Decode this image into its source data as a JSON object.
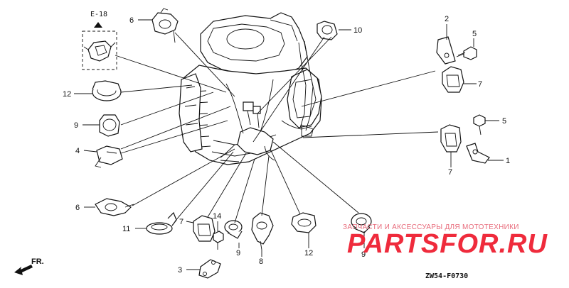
{
  "diagram": {
    "reference_code": "E-18",
    "diagram_id": "ZW54-F0730",
    "direction_label": "FR."
  },
  "callouts": [
    {
      "id": "c6a",
      "label": "6"
    },
    {
      "id": "c10",
      "label": "10"
    },
    {
      "id": "c2",
      "label": "2"
    },
    {
      "id": "c5a",
      "label": "5"
    },
    {
      "id": "c12a",
      "label": "12"
    },
    {
      "id": "c7a",
      "label": "7"
    },
    {
      "id": "c9a",
      "label": "9"
    },
    {
      "id": "c5b",
      "label": "5"
    },
    {
      "id": "c4",
      "label": "4"
    },
    {
      "id": "c1",
      "label": "1"
    },
    {
      "id": "c7b",
      "label": "7"
    },
    {
      "id": "c6b",
      "label": "6"
    },
    {
      "id": "c11",
      "label": "11"
    },
    {
      "id": "c7c",
      "label": "7"
    },
    {
      "id": "c14",
      "label": "14"
    },
    {
      "id": "c9b",
      "label": "9"
    },
    {
      "id": "c8",
      "label": "8"
    },
    {
      "id": "c12b",
      "label": "12"
    },
    {
      "id": "c9c",
      "label": "9"
    },
    {
      "id": "c3",
      "label": "3"
    }
  ],
  "watermark": {
    "tagline": "ЗАПЧАСТИ И АКСЕССУАРЫ ДЛЯ МОТОТЕХНИКИ",
    "brand": "PARTSFOR.RU"
  }
}
